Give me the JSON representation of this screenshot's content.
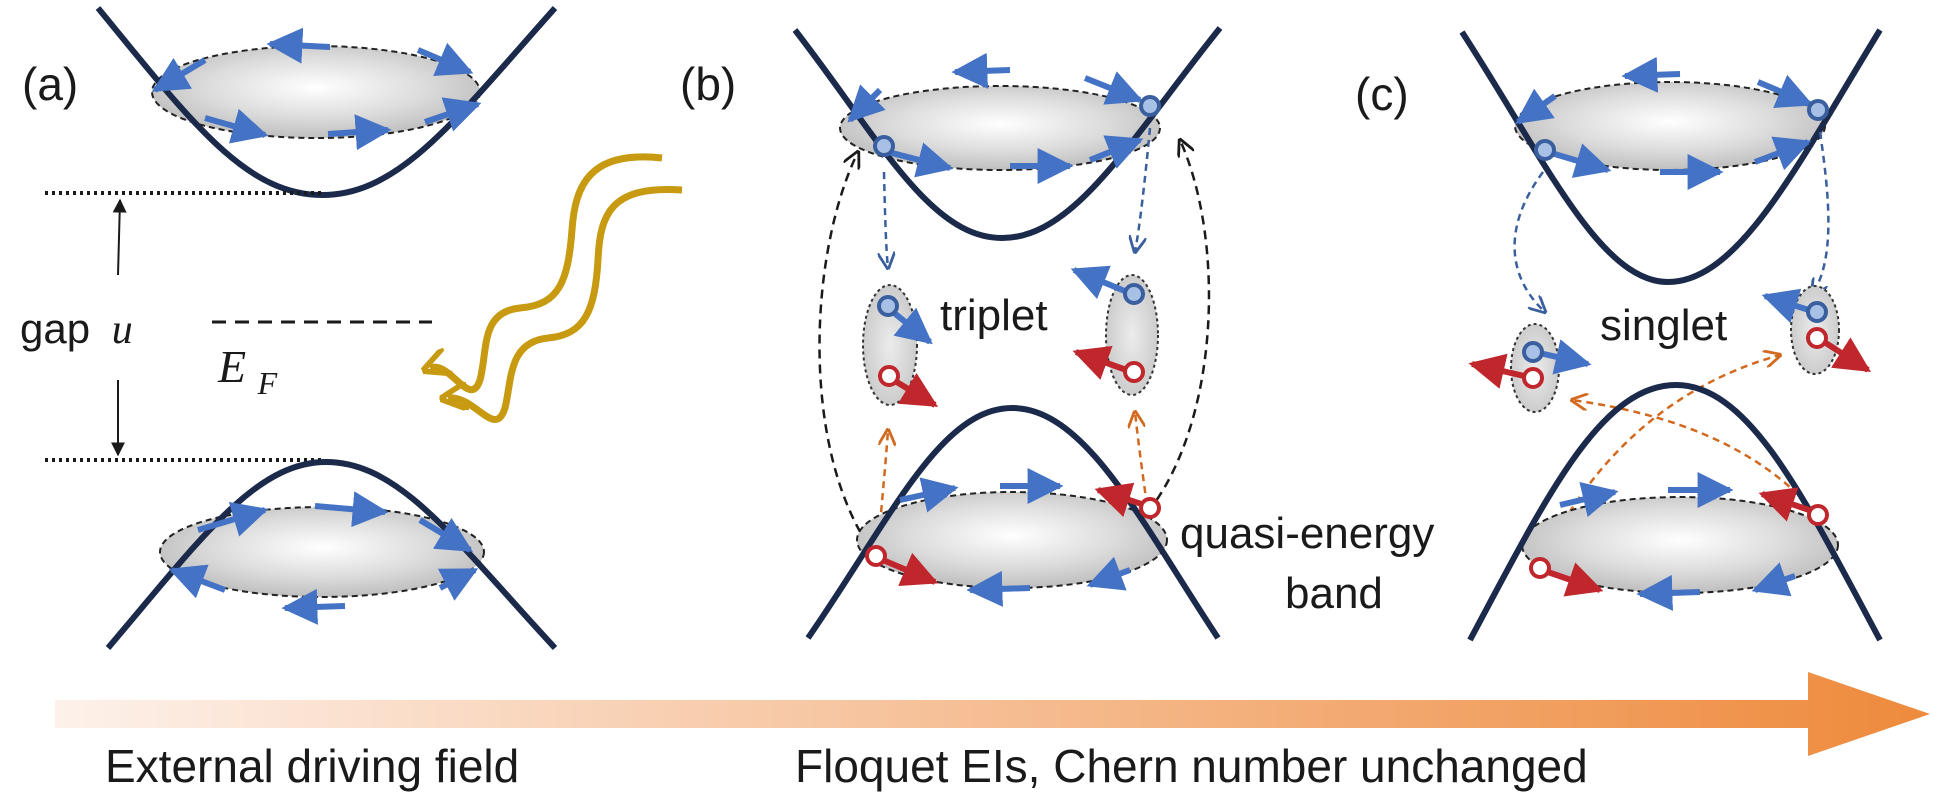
{
  "panels": {
    "a": {
      "tag": "(a)",
      "gap_word": "gap",
      "gap_symbol": "u",
      "fermi_symbol": "E",
      "fermi_sub": "F"
    },
    "b": {
      "tag": "(b)",
      "pair_label": "triplet",
      "band_label_line1": "quasi-energy",
      "band_label_line2": "band"
    },
    "c": {
      "tag": "(c)",
      "pair_label": "singlet"
    }
  },
  "bottom": {
    "left_caption": "External driving field",
    "right_caption": "Floquet EIs, Chern number unchanged"
  },
  "colors": {
    "band": "#1b2a4a",
    "spin_blue": "#4472c4",
    "spin_red": "#c0272d",
    "field_wave": "#c79a12",
    "transition_orange": "#d2691e",
    "arrow_gradient_end": "#ee8a3c"
  }
}
